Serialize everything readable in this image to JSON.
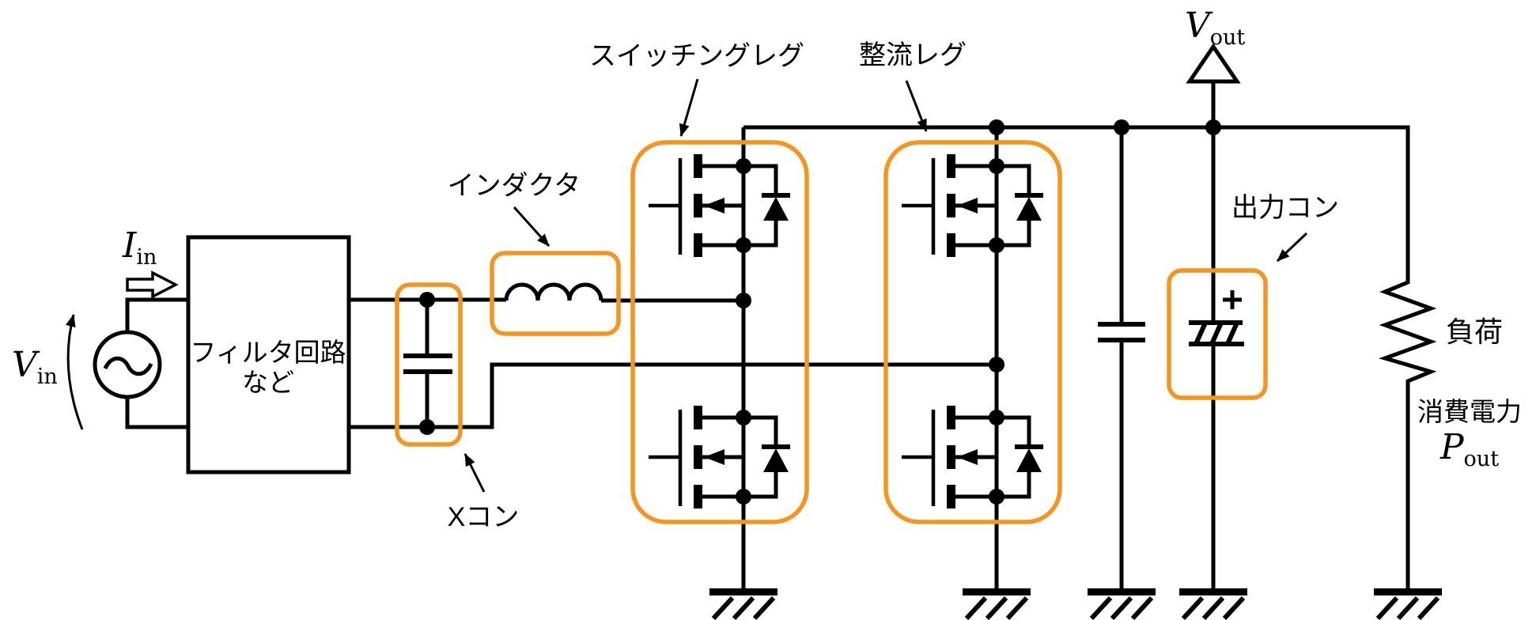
{
  "labels": {
    "input_voltage": {
      "symbol": "V",
      "subscript": "in"
    },
    "input_current": {
      "symbol": "I",
      "subscript": "in"
    },
    "output_voltage": {
      "symbol": "V",
      "subscript": "out"
    },
    "output_power": {
      "symbol": "P",
      "subscript": "out"
    },
    "filter_box_line1": "フィルタ回路",
    "filter_box_line2": "など",
    "x_capacitor": "Xコン",
    "inductor": "インダクタ",
    "switching_leg": "スイッチングレグ",
    "rectifier_leg": "整流レグ",
    "output_capacitor": "出力コン",
    "load": "負荷",
    "power_consumption": "消費電力"
  },
  "colors": {
    "highlight_orange": "#F7941D",
    "line_black": "#000000",
    "background": "#FFFFFF"
  }
}
